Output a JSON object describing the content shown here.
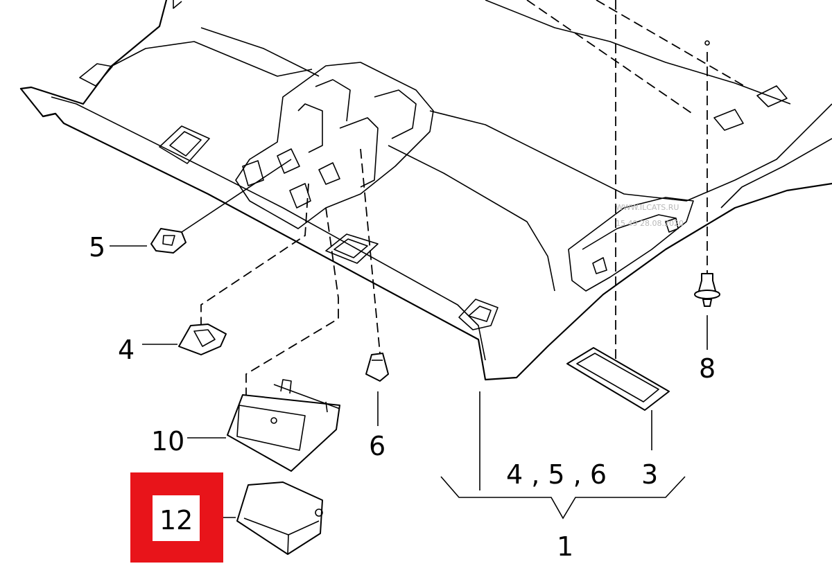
{
  "labels": {
    "p1": "1",
    "p3": "3",
    "p4": "4",
    "p5": "5",
    "p6": "6",
    "p8": "8",
    "p10": "10",
    "p12": "12",
    "group": "4 , 5 , 6"
  },
  "watermark": {
    "line1": "WWW.ILCATS.RU",
    "line2": "15 49 28.08.2020"
  },
  "highlight": {
    "part": "12",
    "color": "#e8141a"
  }
}
